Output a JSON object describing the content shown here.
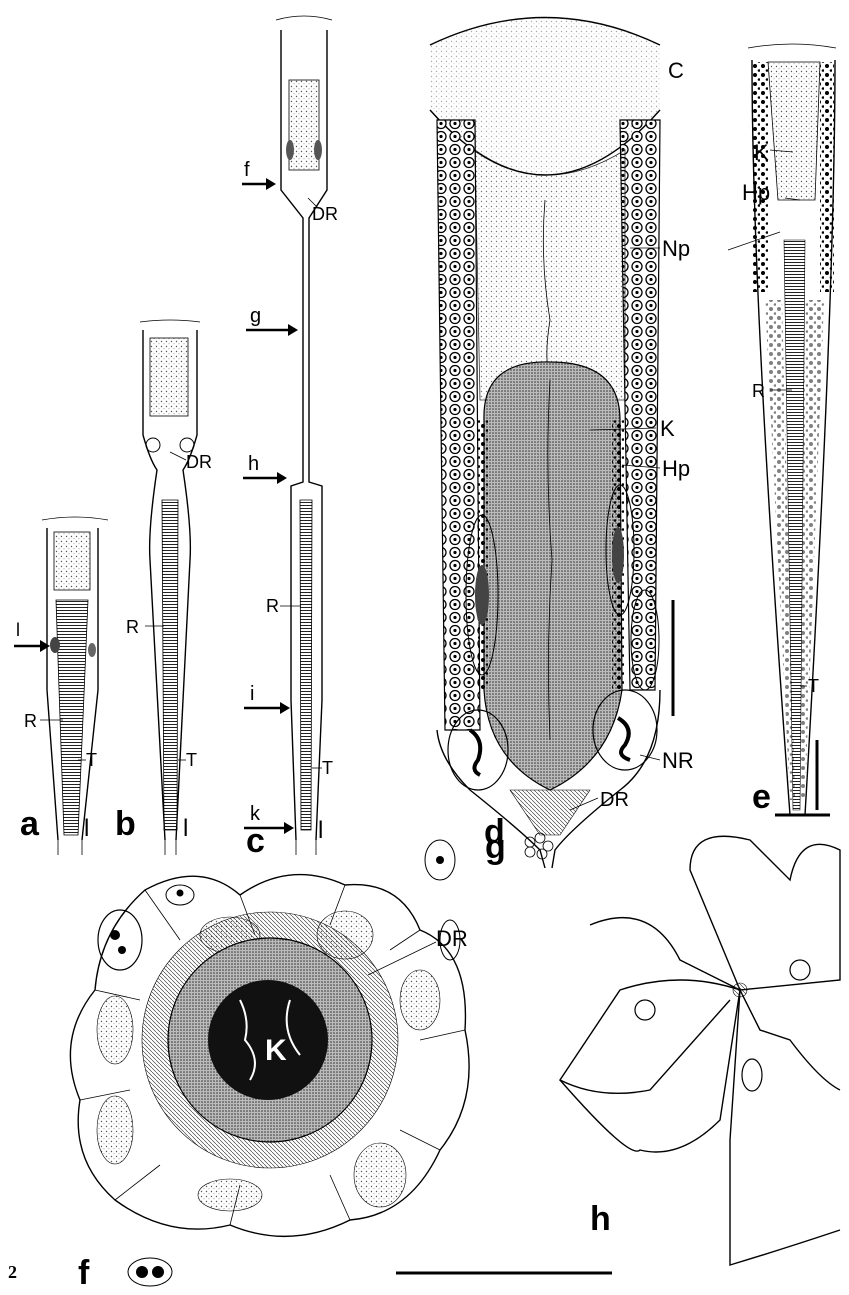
{
  "figure_number": "2",
  "panels": {
    "a": {
      "letter": "a",
      "labels": {
        "arrow": "l",
        "R": "R",
        "T": "T",
        "bottom": "l"
      }
    },
    "b": {
      "letter": "b",
      "labels": {
        "DR": "DR",
        "R": "R",
        "T": "T",
        "bottom": "l"
      }
    },
    "c": {
      "letter": "c",
      "labels": {
        "f": "f",
        "DR": "DR",
        "g": "g",
        "h": "h",
        "R": "R",
        "i": "i",
        "T": "T",
        "k": "k",
        "bottom": "l"
      }
    },
    "d": {
      "letter": "d",
      "labels": {
        "C": "C",
        "Np": "Np",
        "K": "K",
        "Hp": "Hp",
        "NR": "NR",
        "DR": "DR"
      }
    },
    "e": {
      "letter": "e",
      "labels": {
        "K": "K",
        "Hp": "Hp",
        "R": "R",
        "T": "T"
      }
    },
    "f": {
      "letter": "f",
      "labels": {
        "DR": "DR",
        "K": "K"
      }
    },
    "g": {
      "letter": "g"
    },
    "h": {
      "letter": "h"
    }
  },
  "colors": {
    "ink": "#000000",
    "paper": "#ffffff",
    "stipple": "#555555"
  }
}
